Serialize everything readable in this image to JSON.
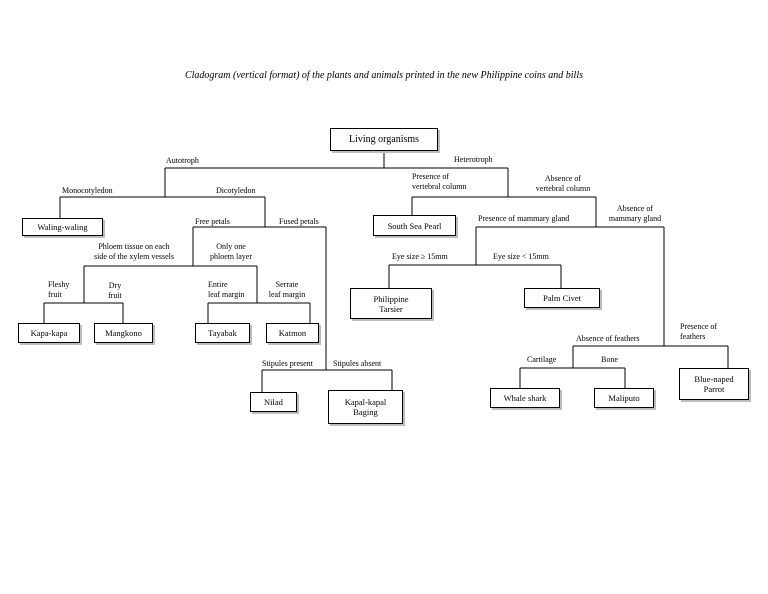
{
  "title": "Cladogram (vertical format) of the plants and animals printed in the new Philippine coins and bills",
  "nodes": {
    "root": "Living organisms",
    "waling_waling": "Waling-waling",
    "south_sea_pearl": "South Sea Pearl",
    "philippine_tarsier": "Philippine\nTarsier",
    "palm_civet": "Palm Civet",
    "kapa_kapa": "Kapa-kapa",
    "mangkono": "Mangkono",
    "tayabak": "Tayabak",
    "katmon": "Katmon",
    "nilad": "Nilad",
    "kapal_kapal_baging": "Kapal-kapal\nBaging",
    "whale_shark": "Whale shark",
    "maliputo": "Maliputo",
    "blue_naped_parrot": "Blue-naped\nParrot"
  },
  "labels": {
    "autotroph": "Autotroph",
    "heterotroph": "Heterotroph",
    "monocotyledon": "Monocotyledon",
    "dicotyledon": "Dicotyledon",
    "presence_vertebral": "Presence of\nvertebral column",
    "absence_vertebral": "Absence of\nvertebral column",
    "free_petals": "Free petals",
    "fused_petals": "Fused petals",
    "presence_mammary": "Presence of mammary gland",
    "absence_mammary": "Absence of\nmammary gland",
    "phloem_each_side": "Phloem tissue on each\nside of the xylem vessels",
    "only_one_phloem": "Only one\nphloem layer",
    "eye_ge": "Eye size ≥ 15mm",
    "eye_lt": "Eye size < 15mm",
    "fleshy_fruit": "Fleshy\nfruit",
    "dry_fruit": "Dry\nfruit",
    "entire_leaf": "Entire\nleaf margin",
    "serrate_leaf": "Serrate\nleaf margin",
    "absence_feathers": "Absence of feathers",
    "presence_feathers": "Presence of\nfeathers",
    "cartilage": "Cartilage",
    "bone": "Bone",
    "stipules_present": "Stipules present",
    "stipules_absent": "Stipules absent"
  }
}
